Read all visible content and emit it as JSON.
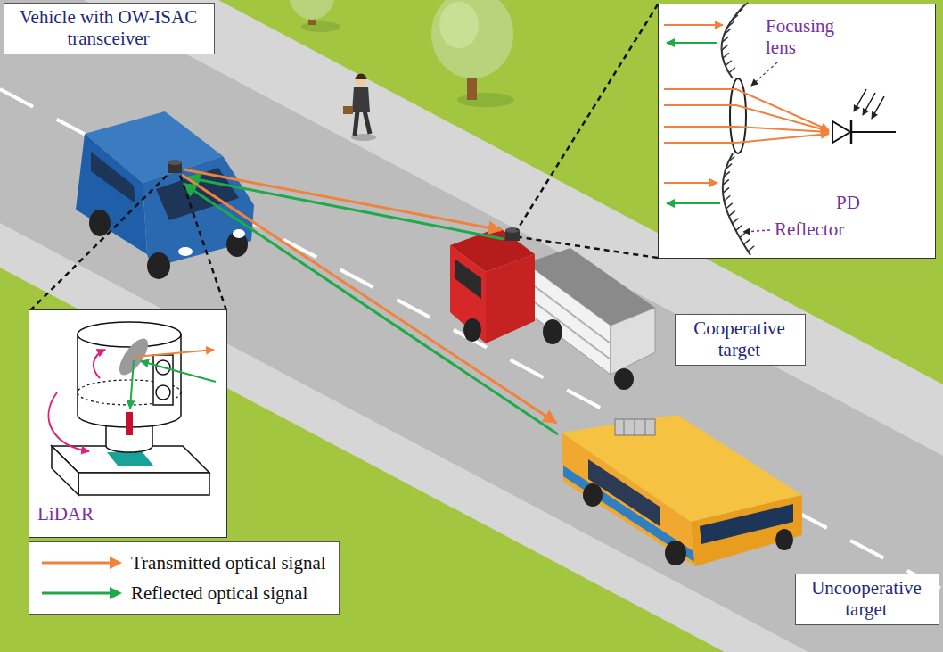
{
  "diagram": {
    "nodes": [
      {
        "text": [
          "Vehicle with OW-ISAC transceiver"
        ]
      },
      {
        "text": [
          "Focusing lens",
          "PD",
          "Reflector"
        ]
      },
      {
        "text": [
          "LiDAR"
        ]
      },
      {
        "text": [
          "Cooperative target"
        ]
      },
      {
        "text": [
          "Uncooperative target"
        ]
      }
    ],
    "legend": [
      {
        "text": "Transmitted optical signal"
      },
      {
        "text": "Reflected optical signal"
      }
    ]
  }
}
